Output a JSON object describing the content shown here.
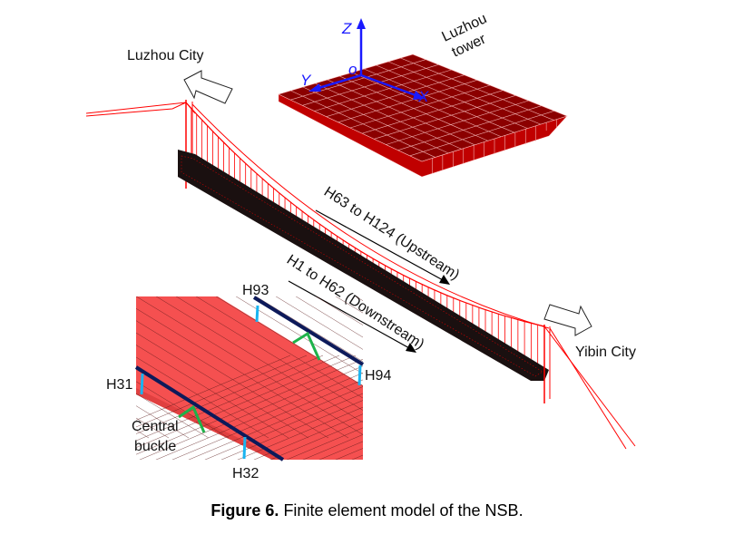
{
  "labels": {
    "luzhou_city": "Luzhou City",
    "yibin_city": "Yibin City",
    "luzhou_tower_1": "Luzhou",
    "luzhou_tower_2": "tower",
    "upstream": "H63 to H124 (Upstream)",
    "downstream": "H1 to H62 (Downstream)",
    "h93": "H93",
    "h94": "H94",
    "h31": "H31",
    "h32": "H32",
    "central_1": "Central",
    "central_2": "buckle"
  },
  "axes": {
    "z": "Z",
    "y": "Y",
    "x": "X",
    "o": "o"
  },
  "caption": {
    "bold": "Figure 6.",
    "text": " Finite element model of the NSB."
  },
  "colors": {
    "cable": "#ff0000",
    "tower_block": "#8b0000",
    "deck_inset": "#f55050",
    "axis": "#1a1aff",
    "hanger_inset": "#19b4f0",
    "buckle": "#1fb24a",
    "cable_inset": "#0d1a5a"
  }
}
